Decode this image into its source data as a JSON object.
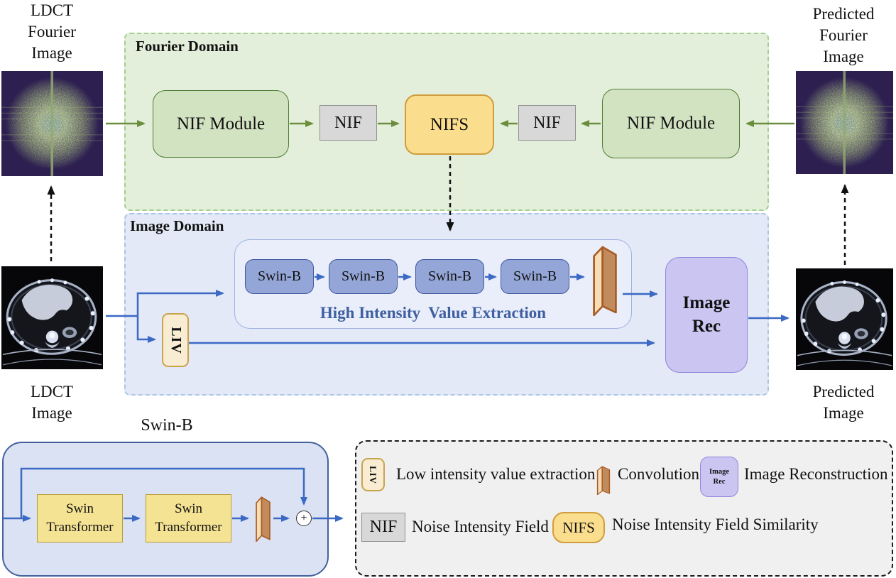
{
  "figure": {
    "left_top_label": {
      "l1": "LDCT",
      "l2": "Fourier",
      "l3": "Image"
    },
    "left_bottom_label": {
      "l1": "LDCT",
      "l2": "Image"
    },
    "right_top_label": {
      "l1": "Predicted",
      "l2": "Fourier",
      "l3": "Image"
    },
    "right_bottom_label": {
      "l1": "Predicted",
      "l2": "Image"
    }
  },
  "fourier_domain": {
    "title": "Fourier Domain",
    "nif_module_left": "NIF Module",
    "nif_left": "NIF",
    "nifs": "NIFS",
    "nif_right": "NIF",
    "nif_module_right": "NIF Module"
  },
  "image_domain": {
    "title": "Image Domain",
    "hive_label": "High Intensity  Value Extraction",
    "swin1": "Swin-B",
    "swin2": "Swin-B",
    "swin3": "Swin-B",
    "swin4": "Swin-B",
    "liv": "LIV",
    "image_rec": "Image Rec"
  },
  "swin_detail": {
    "title": "Swin-B",
    "transformer1": "Swin Transformer",
    "transformer2": "Swin Transformer",
    "plus": "+"
  },
  "legend": {
    "liv_icon": "LIV",
    "liv_label": "Low intensity value extraction",
    "conv_label": "Convolution",
    "image_rec_icon": "Image Rec",
    "image_rec_label": "Image Reconstruction",
    "nif_icon": "NIF",
    "nif_label": "Noise Intensity Field",
    "nifs_icon": "NIFS",
    "nifs_label": "Noise Intensity Field Similarity"
  },
  "colors": {
    "fourier_panel": "#e4efdb",
    "fourier_border": "#a2cf8e",
    "image_panel": "#e3e9f6",
    "image_border": "#abc4e8",
    "green_arrow": "#6b8e3e",
    "blue_arrow": "#3b69c4",
    "nif_module_fill": "#d2e3c2",
    "nif_fill": "#d8d8d8",
    "nifs_fill": "#fade8d",
    "swin_block_fill": "#94a6d7",
    "swin_transformer_fill": "#f5e394",
    "image_rec_fill": "#cbc5f2",
    "liv_fill": "#f8ecd3",
    "hive_text": "#3f5fa0",
    "legend_fill": "#f0f0f1"
  }
}
